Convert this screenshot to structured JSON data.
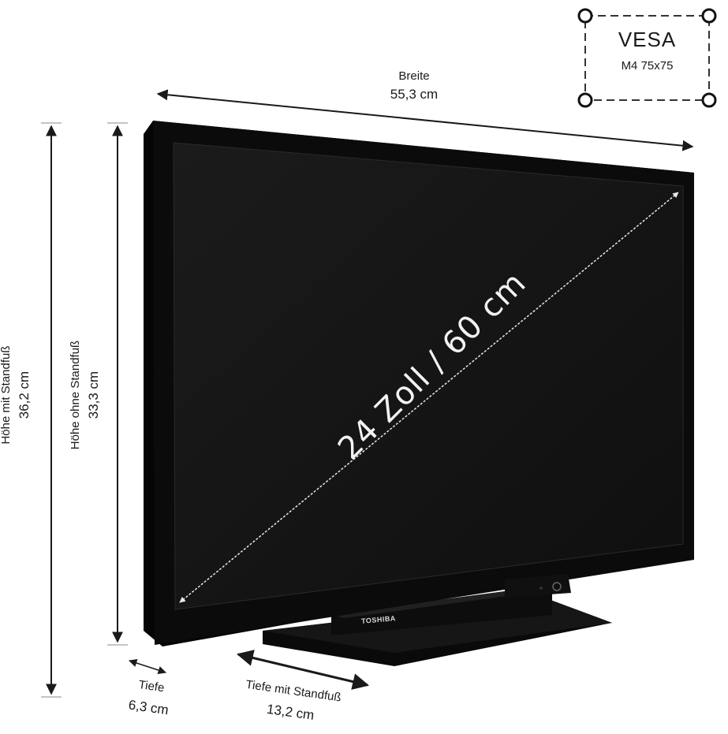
{
  "vesa": {
    "title": "VESA",
    "spec": "M4 75x75"
  },
  "width": {
    "label": "Breite",
    "value": "55,3 cm"
  },
  "height_with_stand": {
    "label": "Höhe mit Standfuß",
    "value": "36,2 cm"
  },
  "height_without_stand": {
    "label": "Höhe ohne Standfuß",
    "value": "33,3 cm"
  },
  "depth": {
    "label": "Tiefe",
    "value": "6,3 cm"
  },
  "depth_with_stand": {
    "label": "Tiefe mit Standfuß",
    "value": "13,2 cm"
  },
  "diagonal": {
    "label": "24 Zoll / 60 cm"
  },
  "brand": "TOSHIBA",
  "colors": {
    "bezel": "#0b0b0b",
    "screen": "#161616",
    "line": "#1a1a1a"
  }
}
